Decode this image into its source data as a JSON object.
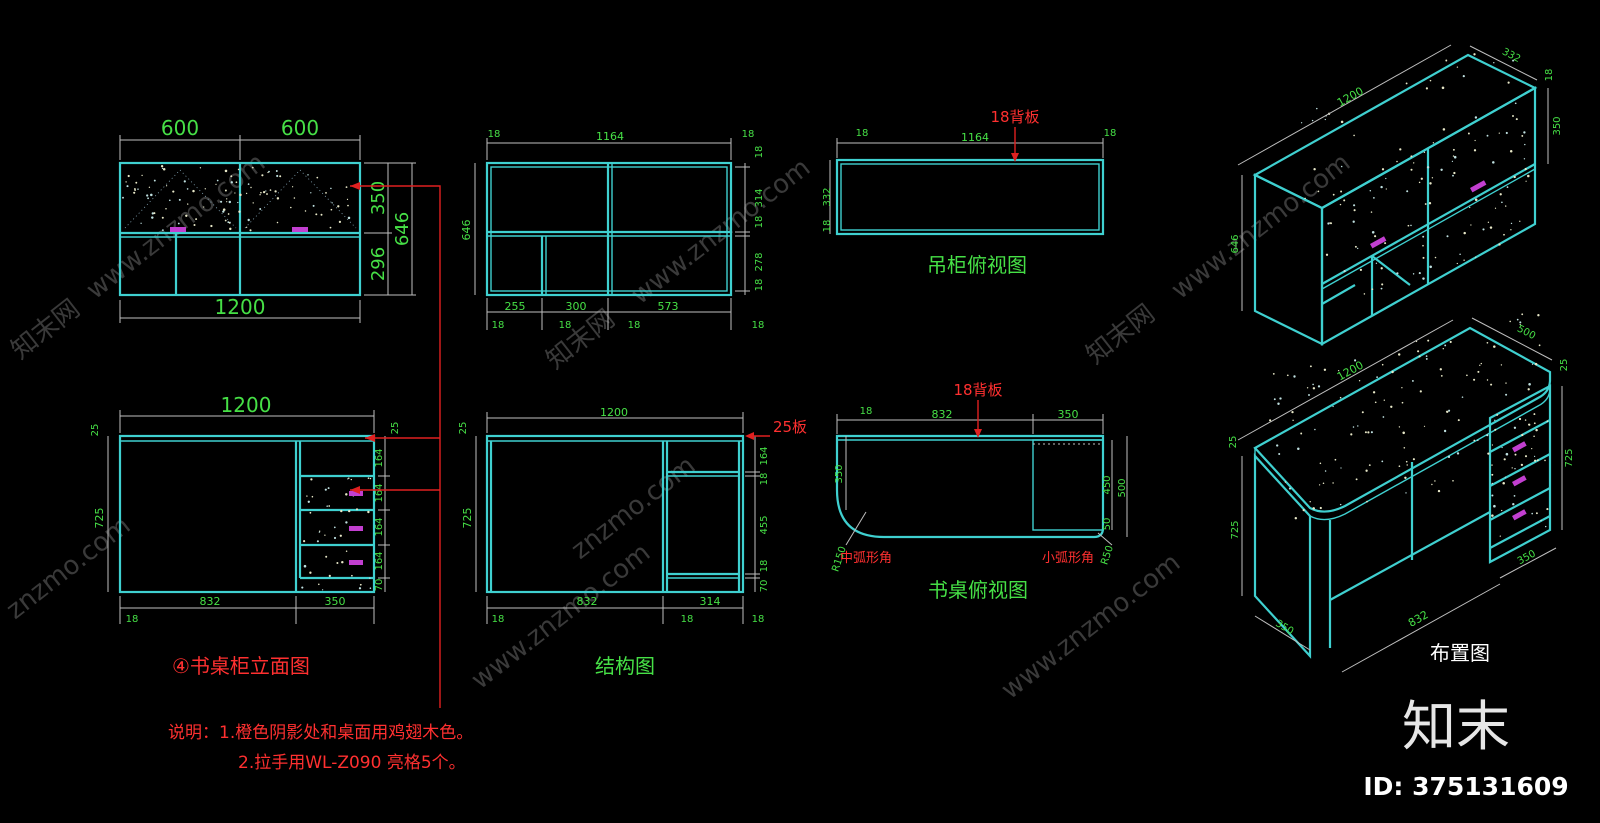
{
  "colors": {
    "background": "#000000",
    "outline": "#3fd0d0",
    "dimension_text": "#46e046",
    "note": "#ff3030",
    "handle": "#c23fd0"
  },
  "wall_cabinet_elevation": {
    "d1": "600",
    "d2": "600",
    "d3": "350",
    "d4": "646",
    "d5": "296",
    "d6": "1200"
  },
  "wall_cabinet_structure": {
    "d1": "18",
    "d2": "1164",
    "d3": "18",
    "d4": "646",
    "d5": "18",
    "d6": "314",
    "d7": "18",
    "d8": "278",
    "d9": "18",
    "d10": "255",
    "d11": "300",
    "d12": "573",
    "d13": "18",
    "d14": "18",
    "d15": "18",
    "d16": "18"
  },
  "wall_cabinet_top": {
    "d1": "18",
    "d2": "1164",
    "d3": "18",
    "d4": "332",
    "d5": "18",
    "note": "18背板",
    "caption": "吊柜俯视图"
  },
  "desk_elevation": {
    "d1": "1200",
    "d2": "25",
    "d3": "25",
    "d4": "725",
    "d5": "164",
    "d6": "164",
    "d7": "164",
    "d8": "164",
    "d9": "70",
    "d10": "832",
    "d11": "350",
    "d12": "18",
    "caption": "④书桌柜立面图"
  },
  "desk_structure": {
    "d1": "1200",
    "d2": "25",
    "d3": "725",
    "d4": "164",
    "d5": "18",
    "d6": "455",
    "d7": "18",
    "d8": "70",
    "d9": "832",
    "d10": "314",
    "d11": "18",
    "d12": "18",
    "d13": "18",
    "note": "25板",
    "caption": "结构图"
  },
  "desk_top": {
    "d1": "18",
    "d2": "832",
    "d3": "350",
    "d4": "350",
    "d5": "450",
    "d6": "500",
    "d7": "50",
    "r1": "R150",
    "r2": "R50",
    "label1": "中弧形角",
    "label2": "小弧形角",
    "note": "18背板",
    "caption": "书桌俯视图"
  },
  "layout_3d": {
    "d1": "1200",
    "d2": "332",
    "d3": "18",
    "d4": "350",
    "d5": "646",
    "d6": "1200",
    "d7": "500",
    "d8": "25",
    "d9": "25",
    "d10": "725",
    "d11": "725",
    "d12": "832",
    "d13": "350",
    "d14": "350",
    "caption": "布置图"
  },
  "notes": {
    "line1": "说明：1.橙色阴影处和桌面用鸡翅木色。",
    "line2": "2.拉手用WL-Z090 亮格5个。"
  },
  "watermark": {
    "brand": "知末",
    "id": "ID: 375131609",
    "site": "www.znzmo.com",
    "site_short": "znzmo.com",
    "cn": "知末网"
  }
}
